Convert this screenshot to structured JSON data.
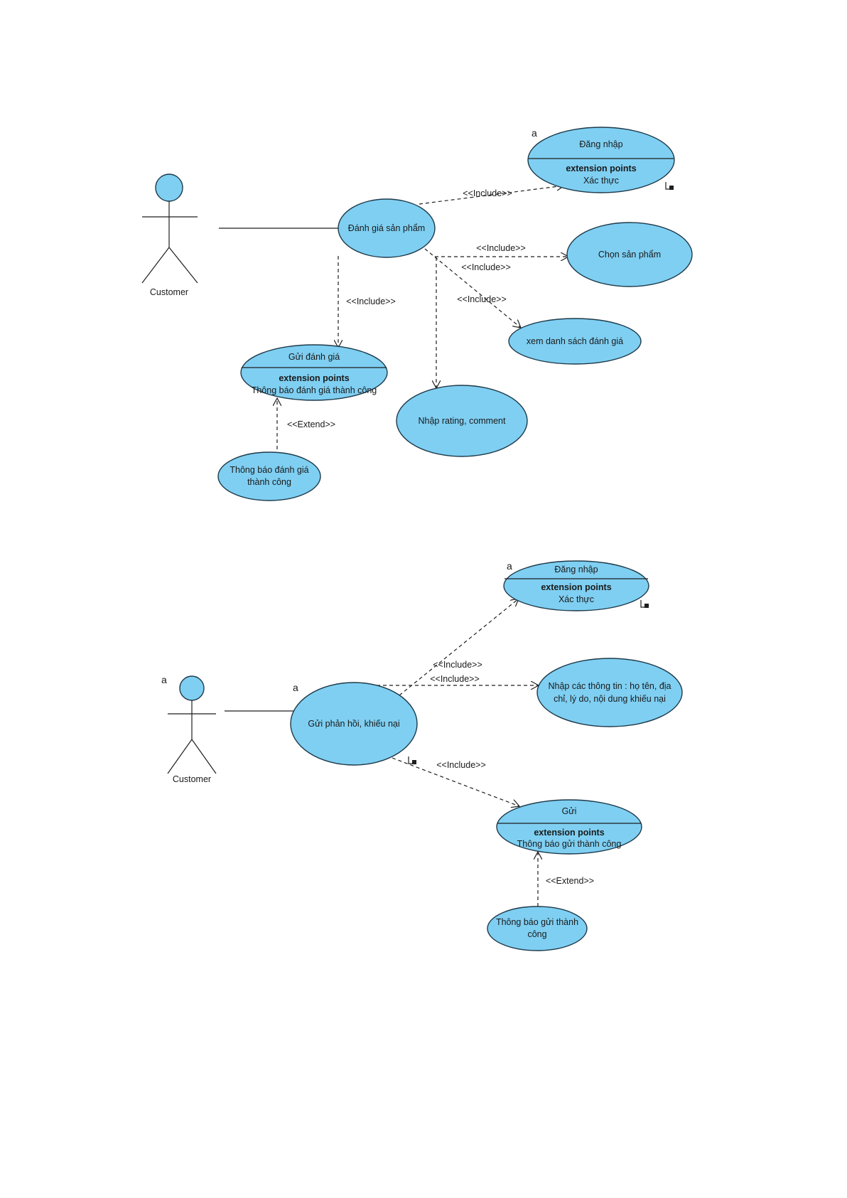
{
  "diagram1": {
    "actor_label": "Customer",
    "main_uc": "Đánh giá sản phẩm",
    "login_uc": {
      "name": "Đăng nhập",
      "ext_title": "extension points",
      "ext_value": "Xác thực",
      "corner_tag": "a"
    },
    "choose_uc": "Chọn sản phẩm",
    "view_uc": "xem danh sách đánh giá",
    "input_uc": "Nhập rating, comment",
    "send_uc": {
      "name": "Gửi đánh giá",
      "ext_title": "extension points",
      "ext_value": "Thông báo đánh giá thành công"
    },
    "notify_uc_line1": "Thông báo đánh giá",
    "notify_uc_line2": "thành công",
    "include_labels": [
      "<<Include>>",
      "<<Include>>",
      "<<Include>>",
      "<<Include>>",
      "<<Include>>"
    ],
    "extend_label": "<<Extend>>"
  },
  "diagram2": {
    "actor_label": "Customer",
    "actor_tag": "a",
    "main_uc": "Gửi phản hồi, khiếu nại",
    "main_tag": "a",
    "login_uc": {
      "name": "Đăng nhập",
      "ext_title": "extension points",
      "ext_value": "Xác thực",
      "corner_tag": "a"
    },
    "info_uc_line1": "Nhập các thông tin : họ tên, địa",
    "info_uc_line2": "chỉ, lý do, nội dung khiếu nại",
    "send_uc": {
      "name": "Gửi",
      "ext_title": "extension points",
      "ext_value": "Thông báo gửi thành công"
    },
    "notify_uc_line1": "Thông báo gửi thành",
    "notify_uc_line2": "công",
    "include_labels": [
      "<<Include>>",
      "<<Include>>",
      "<<Include>>"
    ],
    "extend_label": "<<Extend>>"
  },
  "colors": {
    "usecase_fill": "#7fcff2",
    "outline": "#1e3a4a"
  },
  "icons": [
    "small-doc-icon"
  ]
}
